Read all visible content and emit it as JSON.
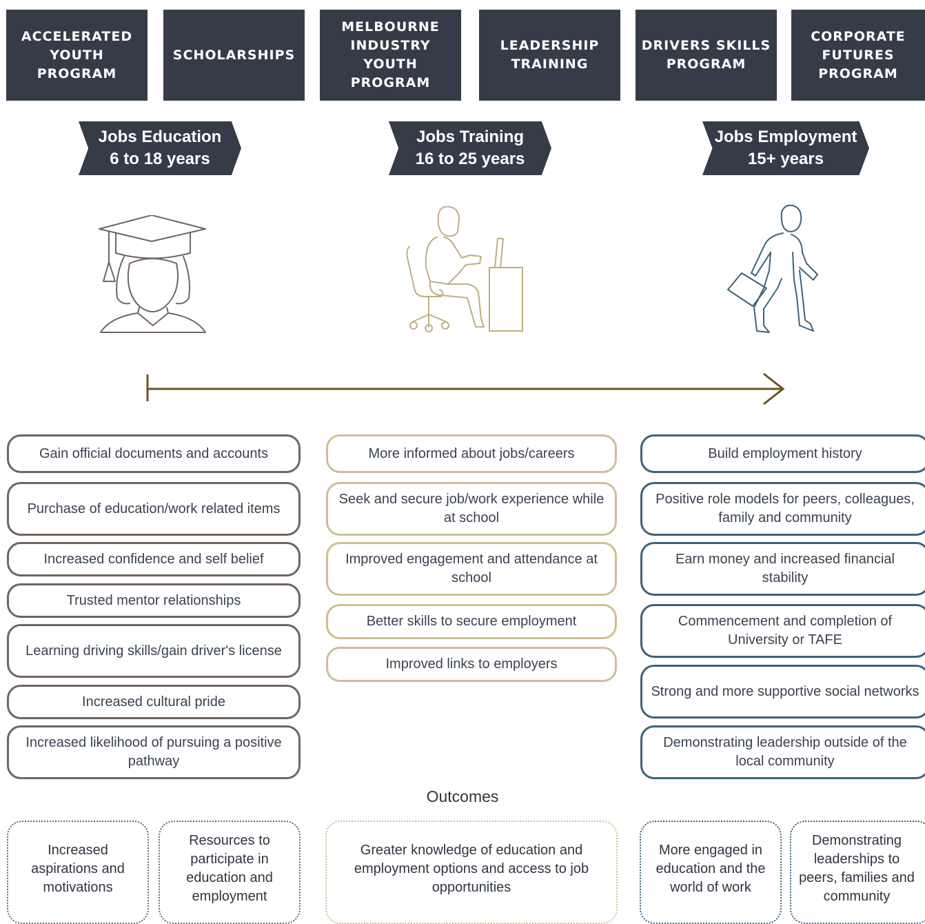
{
  "programs": [
    "ACCELERATED YOUTH PROGRAM",
    "SCHOLARSHIPS",
    "MELBOURNE INDUSTRY YOUTH PROGRAM",
    "LEADERSHIP TRAINING",
    "DRIVERS SKILLS PROGRAM",
    "CORPORATE FUTURES PROGRAM"
  ],
  "stages": [
    {
      "title": "Jobs Education",
      "age": "6 to 18 years",
      "icon": "graduate-icon"
    },
    {
      "title": "Jobs Training",
      "age": "16 to 25 years",
      "icon": "desk-worker-icon"
    },
    {
      "title": "Jobs Employment",
      "age": "15+ years",
      "icon": "walking-worker-icon"
    }
  ],
  "columns": {
    "education": [
      "Gain official documents and accounts",
      "Purchase of education/work related items",
      "Increased confidence and self belief",
      "Trusted mentor relationships",
      "Learning driving skills/gain driver's license",
      "Increased cultural pride",
      "Increased likelihood of pursuing a positive pathway"
    ],
    "training": [
      "More informed about jobs/careers",
      "Seek and secure job/work experience while at school",
      "Improved engagement and attendance at school",
      "Better skills to secure employment",
      "Improved links to employers"
    ],
    "employment": [
      "Build employment history",
      "Positive role models for peers, colleagues, family and community",
      "Earn money and increased financial stability",
      "Commencement and completion of University or TAFE",
      "Strong and more supportive social networks",
      "Demonstrating leadership outside of the local community"
    ]
  },
  "outcomes": {
    "title": "Outcomes",
    "items": [
      "Increased aspirations and motivations",
      "Resources to participate in education and employment",
      "Greater knowledge of education and employment options and access to job opportunities",
      "More engaged in education and the world of work",
      "Demonstrating leaderships to peers, families and community"
    ]
  },
  "colors": {
    "dark": "#353c47",
    "education": "#6f6560",
    "training": "#cdbf95",
    "employment": "#3d6278",
    "arrow": "#6b5225"
  }
}
